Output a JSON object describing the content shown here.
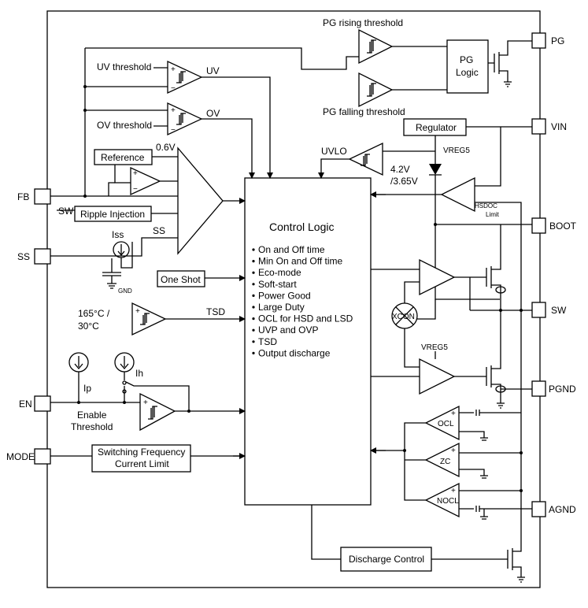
{
  "pins": {
    "pg": "PG",
    "vin": "VIN",
    "boot": "BOOT",
    "sw": "SW",
    "pgnd": "PGND",
    "agnd": "AGND",
    "fb": "FB",
    "ss": "SS",
    "en": "EN",
    "mode": "MODE"
  },
  "labels": {
    "pg_rising": "PG rising threshold",
    "pg_falling": "PG falling threshold",
    "pg_logic_1": "PG",
    "pg_logic_2": "Logic",
    "uv_threshold": "UV threshold",
    "uv": "UV",
    "ov_threshold": "OV threshold",
    "ov": "OV",
    "reference": "Reference",
    "ref_voltage": "0.6V",
    "sw_in": "SW",
    "ripple_injection": "Ripple Injection",
    "iss": "Iss",
    "ss_net": "SS",
    "gnd": "GND",
    "one_shot": "One Shot",
    "temp_1": "165°C /",
    "temp_2": "30°C",
    "tsd": "TSD",
    "ip": "Ip",
    "ih": "Ih",
    "enable_1": "Enable",
    "enable_2": "Threshold",
    "sfcl_1": "Switching Frequency",
    "sfcl_2": "Current Limit",
    "regulator": "Regulator",
    "uvlo": "UVLO",
    "vreg5_top": "VREG5",
    "uvlo_1": "4.2V",
    "uvlo_2": "/3.65V",
    "hsdoc_1": "HSDOC",
    "hsdoc_2": "Limit",
    "xcon": "XCON",
    "vreg5_mid": "VREG5",
    "ocl": "OCL",
    "zc": "ZC",
    "nocl": "NOCL",
    "discharge": "Discharge Control",
    "control_title": "Control Logic"
  },
  "control_features": [
    "On and Off time",
    "Min On and Off time",
    "Eco-mode",
    "Soft-start",
    "Power Good",
    "Large Duty",
    "OCL for HSD and LSD",
    "UVP and OVP",
    "TSD",
    "Output discharge"
  ]
}
